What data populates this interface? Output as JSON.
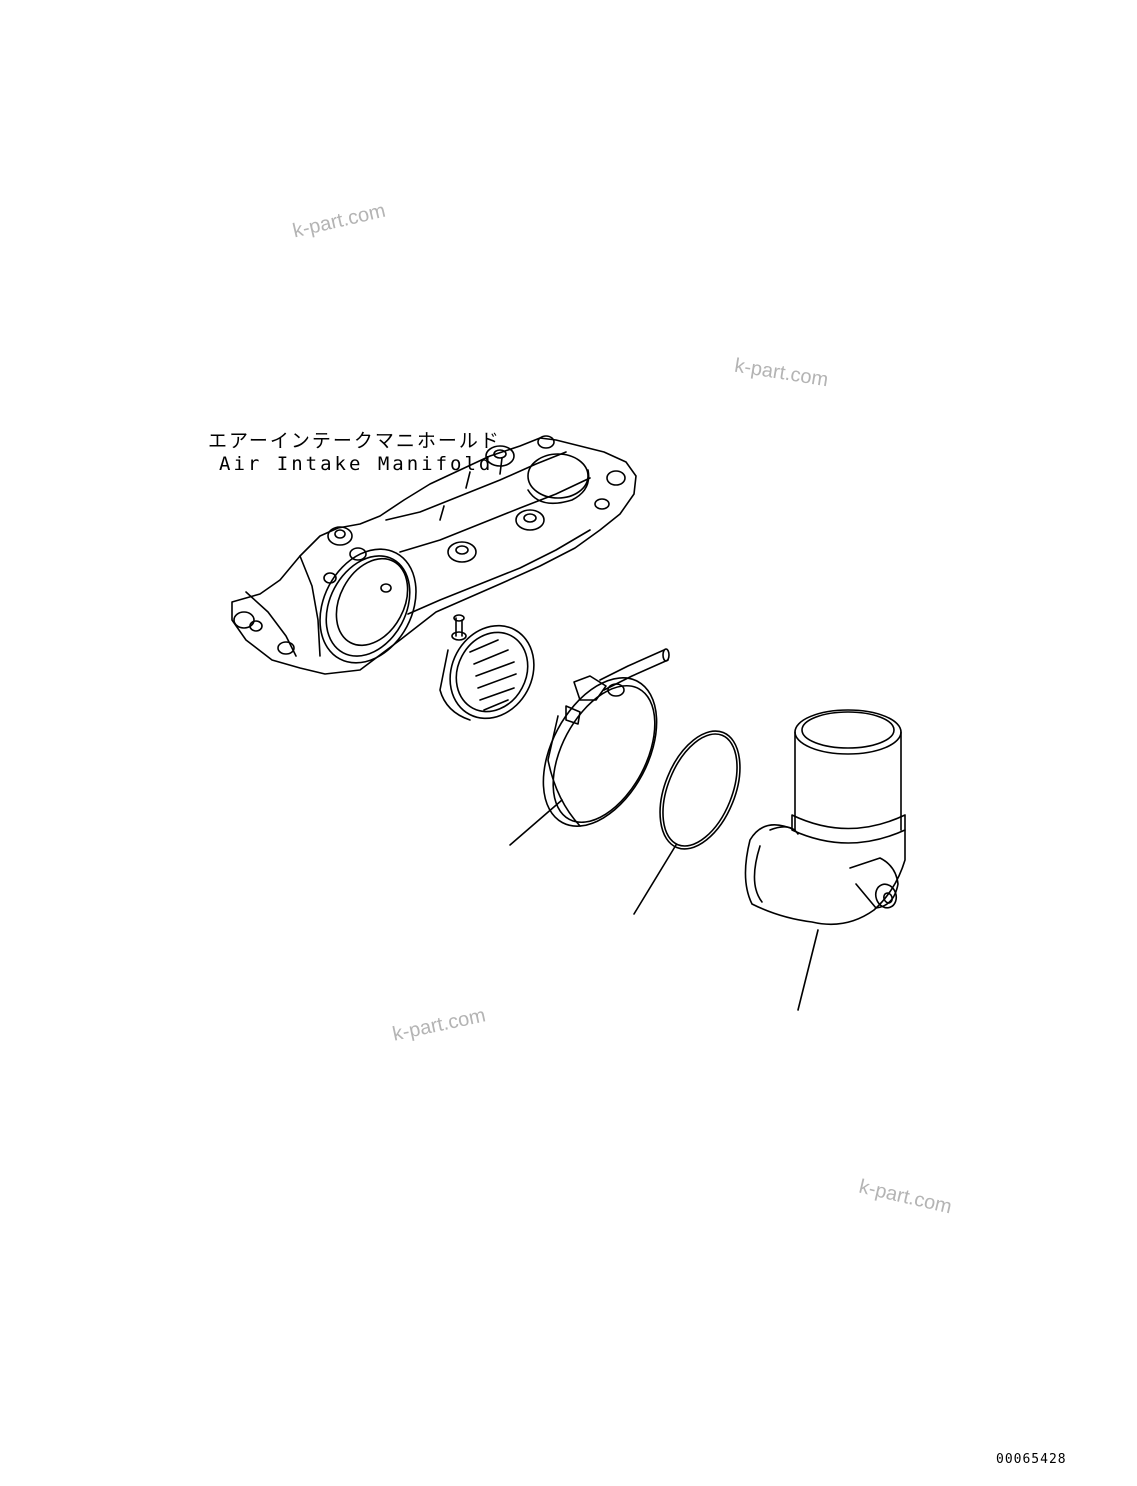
{
  "title": {
    "japanese": "エアーインテークマニホールド",
    "english": "Air Intake Manifold"
  },
  "watermark": "k-part.com",
  "document_number": "00065428",
  "colors": {
    "line": "#000000",
    "watermark": "#b4b4b4",
    "background": "#ffffff"
  }
}
